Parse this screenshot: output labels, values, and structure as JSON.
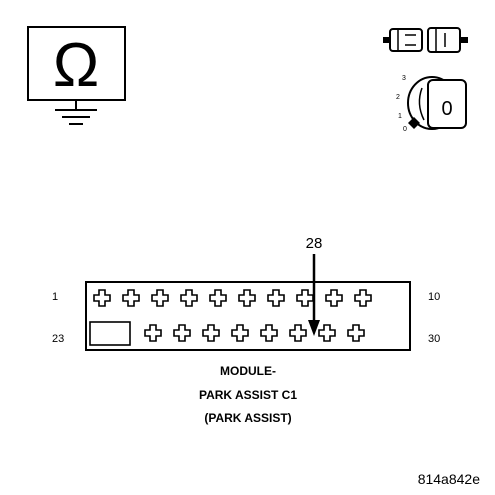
{
  "symbols": {
    "ohmmeter": {
      "glyph": "Ω",
      "icon": "ohmmeter-ground-icon"
    },
    "connector_disconnect": {
      "icon": "connector-disconnect-icon"
    },
    "ignition": {
      "icon": "ignition-key-icon",
      "positions": [
        "3",
        "2",
        "1",
        "0"
      ],
      "key_label": "0"
    }
  },
  "connector": {
    "top_row": {
      "first_pin": "1",
      "last_pin": "10",
      "cavity_count": 10
    },
    "bottom_row": {
      "first_pin": "23",
      "last_pin": "30",
      "cavity_count": 8,
      "has_blank_cavity": true
    },
    "probe_pin": "28",
    "caption": [
      "MODULE-",
      "PARK ASSIST C1",
      "(PARK ASSIST)"
    ]
  },
  "figure_id": "814a842e"
}
